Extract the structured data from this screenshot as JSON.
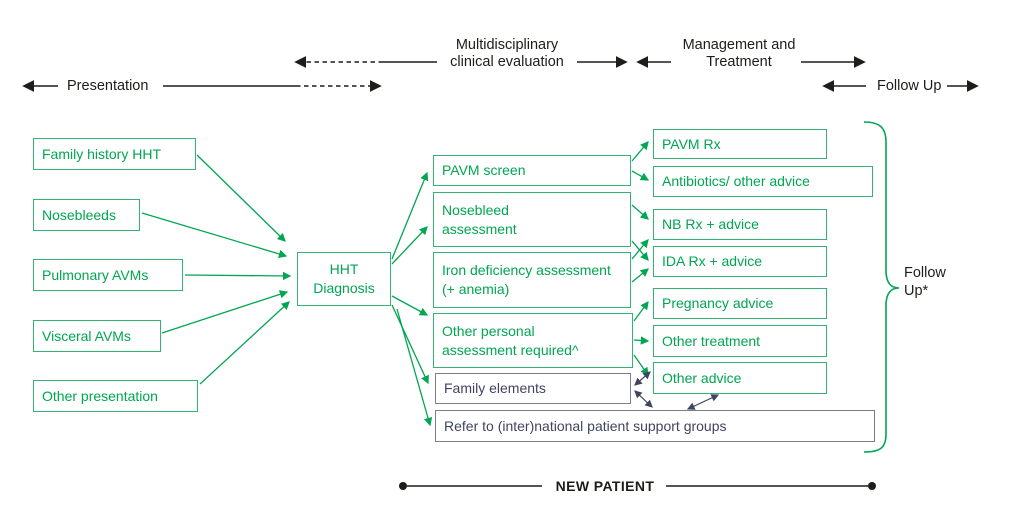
{
  "colors": {
    "green": "#00a651",
    "green_border": "#33b273",
    "slate_text": "#3f4560",
    "slate_border": "#7d7d8c",
    "ink": "#1d1d1b"
  },
  "timeline": {
    "presentation": "Presentation",
    "evaluation": "Multidisciplinary clinical evaluation",
    "management": "Management and Treatment",
    "follow_up": "Follow Up"
  },
  "presentation_boxes": [
    "Family history HHT",
    "Nosebleeds",
    "Pulmonary AVMs",
    "Visceral AVMs",
    "Other presentation"
  ],
  "diagnosis": "HHT Diagnosis",
  "evaluation_boxes": [
    "PAVM screen",
    "Nosebleed assessment",
    "Iron deficiency assessment (+ anemia)",
    "Other personal assessment required^"
  ],
  "referral_boxes": [
    "Family elements",
    "Refer to (inter)national patient support groups"
  ],
  "management_boxes": [
    "PAVM Rx",
    "Antibiotics/ other advice",
    "NB Rx + advice",
    "IDA Rx + advice",
    "Pregnancy advice",
    "Other treatment",
    "Other advice"
  ],
  "follow_up_brace_label": "Follow Up*",
  "footer_label": "NEW PATIENT"
}
